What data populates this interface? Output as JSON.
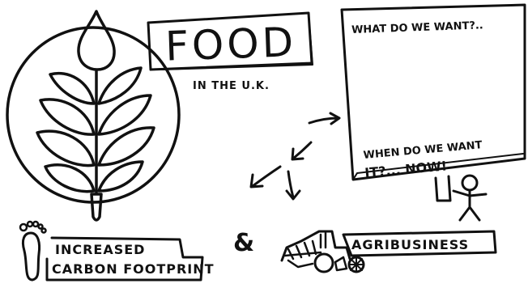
{
  "title": {
    "main": "FOOD",
    "sub": "IN THE U.K."
  },
  "placard": {
    "question": "WHAT DO WE WANT?..",
    "answer_line1": "WHEN DO WE WANT",
    "answer_line2": "IT?... NOW!"
  },
  "footprint_label": {
    "line1": "INCREASED",
    "line2": "CARBON FOOTPRINT"
  },
  "ampersand": "&",
  "agribusiness_label": "AGRIBUSINESS",
  "icons": {
    "emblem": "wheat-icon",
    "footprint": "footprint-icon",
    "tractor": "tractor-icon",
    "protester": "stick-figure-icon",
    "arrows": "arrow-icon"
  },
  "colors": {
    "ink": "#111111",
    "paper": "#ffffff"
  }
}
